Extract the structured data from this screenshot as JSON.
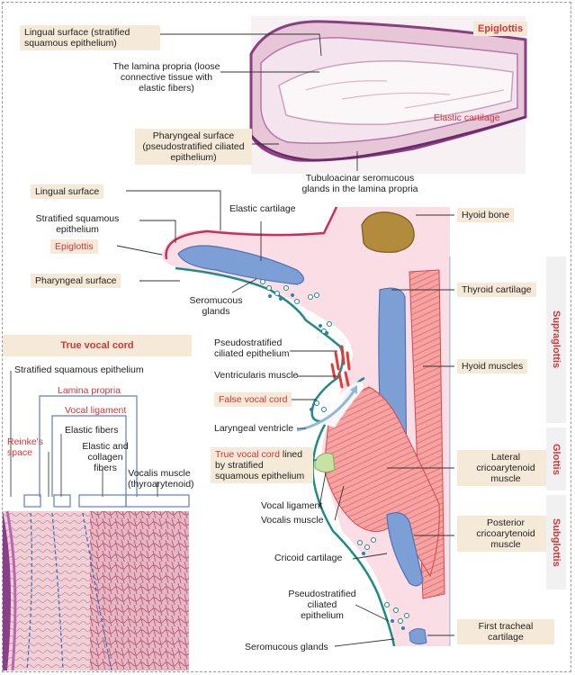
{
  "epiglottis_panel": {
    "title": "Epiglottis",
    "lingual": "Lingual surface (stratified squamous epithelium)",
    "lamina": "The lamina propria (loose connective tissue with elastic fibers)",
    "cartilage": "Elastic cartilage",
    "pharyngeal": "Pharyngeal surface (pseudostratified ciliated epithelium)",
    "glands": "Tubuloacinar seromucous glands in the lamina propria"
  },
  "larynx": {
    "lingual_surface": "Lingual surface",
    "stratified": "Stratified squamous epithelium",
    "epiglottis": "Epiglottis",
    "pharyngeal_surface": "Pharyngeal surface",
    "elastic_cartilage": "Elastic cartilage",
    "seromucous": "Seromucous glands",
    "hyoid_bone": "Hyoid bone",
    "thyroid_cartilage": "Thyroid cartilage",
    "hyoid_muscles": "Hyoid muscles",
    "pseudostratified": "Pseudostratified ciliated epithelium",
    "ventricularis": "Ventricularis muscle",
    "false_cord": "False vocal cord",
    "ventricle": "Laryngeal ventricle",
    "true_cord_red": "True vocal cord",
    "true_cord_rest": " lined by stratified squamous epithelium",
    "vocal_ligament": "Vocal ligament",
    "vocalis": "Vocalis muscle",
    "lateral": "Lateral cricoarytenoid muscle",
    "posterior": "Posterior cricoarytenoid muscle",
    "cricoid": "Cricoid cartilage",
    "pseudostratified2": "Pseudostratified ciliated epithelium",
    "seromucous2": "Seromucous glands",
    "first_tracheal": "First tracheal cartilage"
  },
  "regions": {
    "supraglottis": "Supraglottis",
    "glottis": "Glottis",
    "subglottis": "Subglottis"
  },
  "cord_panel": {
    "title": "True vocal cord",
    "stratified": "Stratified squamous epithelium",
    "lamina": "Lamina propria",
    "ligament": "Vocal ligament",
    "reinkes": "Reinke's space",
    "elastic": "Elastic fibers",
    "elastic_collagen": "Elastic and collagen fibers",
    "vocalis": "Vocalis muscle (thyroarytenoid)"
  },
  "colors": {
    "accent_red": "#d3353a",
    "label_box": "#f5ead8",
    "tissue_pink": "#fbdde6",
    "muscle": "#f08080",
    "cartilage_blue": "#6f93cf",
    "bone": "#b38b3c",
    "epithelium_teal": "#1f8b83",
    "bracket_blue": "#5b7fc4"
  }
}
